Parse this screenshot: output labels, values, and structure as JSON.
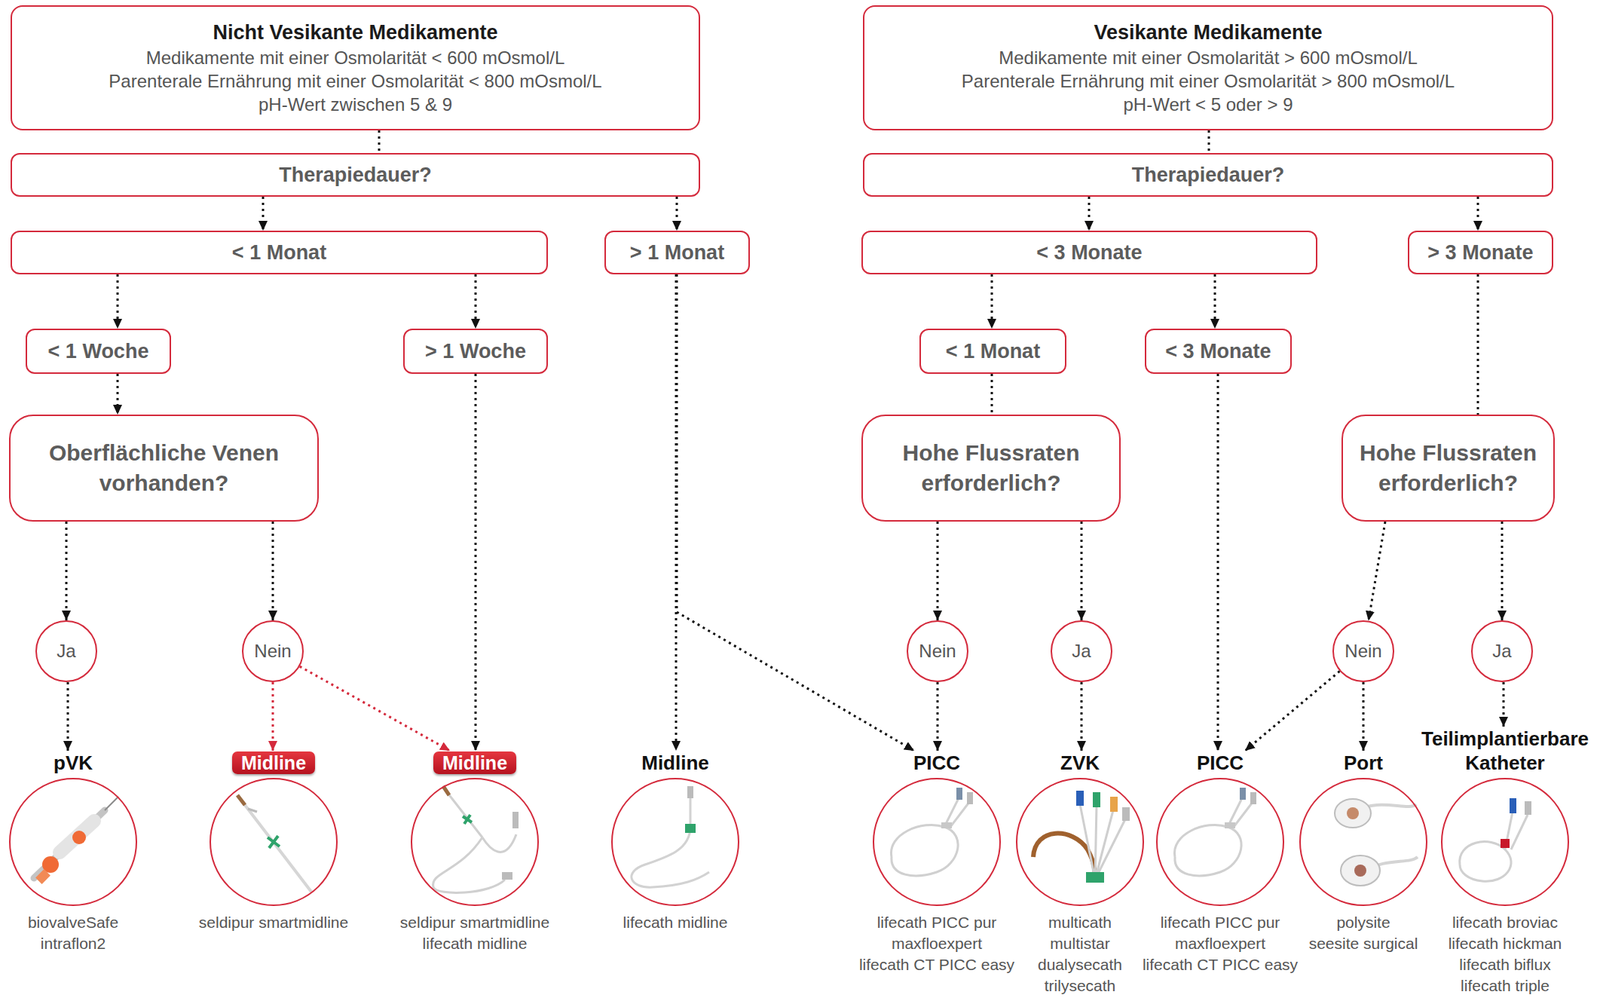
{
  "diagram": {
    "nodes": [
      {
        "text": [
          "Nicht Vesikante Medikamente",
          "Medikamente mit einer Osmolarität < 600 mOsmol/L",
          "Parenterale Ernährung mit einer Osmolarität < 800 mOsmol/L",
          "pH-Wert zwischen 5 & 9"
        ]
      },
      {
        "text": [
          "Vesikante Medikamente",
          "Medikamente mit einer Osmolarität > 600 mOsmol/L",
          "Parenterale Ernährung mit einer Osmolarität > 800 mOsmol/L",
          "pH-Wert < 5 oder > 9"
        ]
      },
      {
        "text": [
          "Therapiedauer?"
        ]
      },
      {
        "text": [
          "Therapiedauer?"
        ]
      },
      {
        "text": [
          "< 1 Monat"
        ]
      },
      {
        "text": [
          "> 1 Monat"
        ]
      },
      {
        "text": [
          "< 3 Monate"
        ]
      },
      {
        "text": [
          "> 3 Monate"
        ]
      },
      {
        "text": [
          "< 1 Woche"
        ]
      },
      {
        "text": [
          "> 1 Woche"
        ]
      },
      {
        "text": [
          "< 1 Monat"
        ]
      },
      {
        "text": [
          "< 3 Monate"
        ]
      },
      {
        "text": [
          "Oberflächliche Venen vorhanden?"
        ]
      },
      {
        "text": [
          "Hohe Flussraten erforderlich?"
        ]
      },
      {
        "text": [
          "Hohe Flussraten erforderlich?"
        ]
      },
      {
        "text": [
          "Ja"
        ]
      },
      {
        "text": [
          "Nein"
        ]
      },
      {
        "text": [
          "Nein"
        ]
      },
      {
        "text": [
          "Ja"
        ]
      },
      {
        "text": [
          "Nein"
        ]
      },
      {
        "text": [
          "Ja"
        ]
      },
      {
        "text": [
          "pVK",
          "biovalveSafe",
          "intraflon2"
        ]
      },
      {
        "text": [
          "Midline",
          "seldipur smartmidline"
        ]
      },
      {
        "text": [
          "Midline",
          "seldipur smartmidline",
          "lifecath midline"
        ]
      },
      {
        "text": [
          "Midline",
          "lifecath midline"
        ]
      },
      {
        "text": [
          "PICC",
          "lifecath PICC pur",
          "maxfloexpert",
          "lifecath CT PICC easy"
        ]
      },
      {
        "text": [
          "ZVK",
          "multicath",
          "multistar",
          "dualysecath",
          "trilysecath"
        ]
      },
      {
        "text": [
          "PICC",
          "lifecath PICC pur",
          "maxfloexpert",
          "lifecath CT PICC easy"
        ]
      },
      {
        "text": [
          "Port",
          "polysite",
          "seesite surgical"
        ]
      },
      {
        "text": [
          "Teilimplantierbare Katheter",
          "lifecath broviac",
          "lifecath hickman",
          "lifecath biflux",
          "lifecath triple"
        ]
      }
    ],
    "edges": [
      {
        "from": 0,
        "to": 2,
        "arrow": "none"
      },
      {
        "from": 1,
        "to": 3,
        "arrow": "none"
      },
      {
        "from": 2,
        "to": 4,
        "arrow": "to"
      },
      {
        "from": 2,
        "to": 5,
        "arrow": "to"
      },
      {
        "from": 3,
        "to": 6,
        "arrow": "to"
      },
      {
        "from": 3,
        "to": 7,
        "arrow": "to"
      },
      {
        "from": 4,
        "to": 8,
        "arrow": "to"
      },
      {
        "from": 4,
        "to": 9,
        "arrow": "to"
      },
      {
        "from": 6,
        "to": 10,
        "arrow": "to"
      },
      {
        "from": 6,
        "to": 11,
        "arrow": "to"
      },
      {
        "from": 8,
        "to": 12,
        "arrow": "to"
      },
      {
        "from": 9,
        "to": 23,
        "arrow": "to"
      },
      {
        "from": 10,
        "to": 13,
        "arrow": "none"
      },
      {
        "from": 11,
        "to": 27,
        "arrow": "to"
      },
      {
        "from": 7,
        "to": 14,
        "arrow": "none"
      },
      {
        "from": 12,
        "to": 15,
        "arrow": "to"
      },
      {
        "from": 12,
        "to": 16,
        "arrow": "to"
      },
      {
        "from": 16,
        "to": 22,
        "arrow": "to"
      },
      {
        "from": 16,
        "to": 23,
        "arrow": "to"
      },
      {
        "from": 5,
        "to": 24,
        "arrow": "to"
      },
      {
        "from": 5,
        "to": 25,
        "arrow": "to"
      },
      {
        "from": 13,
        "to": 17,
        "arrow": "to"
      },
      {
        "from": 13,
        "to": 18,
        "arrow": "to"
      },
      {
        "from": 14,
        "to": 19,
        "arrow": "to"
      },
      {
        "from": 14,
        "to": 20,
        "arrow": "to"
      },
      {
        "from": 19,
        "to": 27,
        "arrow": "to"
      },
      {
        "from": 19,
        "to": 28,
        "arrow": "to"
      },
      {
        "from": 20,
        "to": 29,
        "arrow": "to"
      },
      {
        "from": 15,
        "to": 21,
        "arrow": "to"
      },
      {
        "from": 17,
        "to": 25,
        "arrow": "to"
      },
      {
        "from": 18,
        "to": 26,
        "arrow": "to"
      }
    ]
  }
}
